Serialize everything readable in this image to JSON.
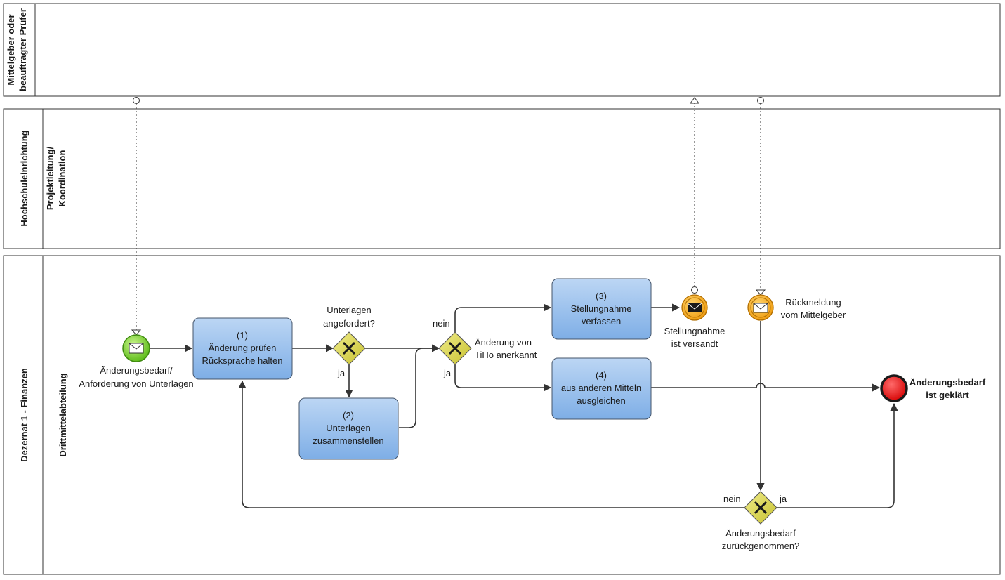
{
  "pools": {
    "funder": {
      "label_line1": "Mittelgeber oder",
      "label_line2": "beauftragter Prüfer"
    },
    "institute": {
      "pool_label": "Hochschuleinrichtung",
      "lane_label_line1": "Projektleitung/",
      "lane_label_line2": "Koordination"
    },
    "finance": {
      "pool_label": "Dezernat 1 - Finanzen",
      "lane_label": "Drittmittelabteilung"
    }
  },
  "events": {
    "start": {
      "line1": "Änderungsbedarf/",
      "line2": "Anforderung von Unterlagen",
      "color": "#7ed321"
    },
    "sent": {
      "line1": "Stellungnahme",
      "line2": "ist versandt",
      "color": "#f5a623"
    },
    "feedback": {
      "line1": "Rückmeldung",
      "line2": "vom Mittelgeber",
      "color": "#f5a623"
    },
    "end": {
      "line1": "Änderungsbedarf",
      "line2": "ist geklärt",
      "color": "#e02020"
    }
  },
  "tasks": {
    "t1": {
      "num": "(1)",
      "line1": "Änderung prüfen",
      "line2": "Rücksprache halten"
    },
    "t2": {
      "num": "(2)",
      "line1": "Unterlagen",
      "line2": "zusammenstellen"
    },
    "t3": {
      "num": "(3)",
      "line1": "Stellungnahme",
      "line2": "verfassen"
    },
    "t4": {
      "num": "(4)",
      "line1": "aus anderen Mitteln",
      "line2": "ausgleichen"
    }
  },
  "gateways": {
    "g1": {
      "line1": "Unterlagen",
      "line2": "angefordert?",
      "yes": "ja"
    },
    "g2": {
      "line1": "Änderung von",
      "line2": "TiHo anerkannt",
      "yes": "ja",
      "no": "nein"
    },
    "g3": {
      "line1": "Änderungsbedarf",
      "line2": "zurückgenommen?",
      "yes": "ja",
      "no": "nein"
    }
  }
}
